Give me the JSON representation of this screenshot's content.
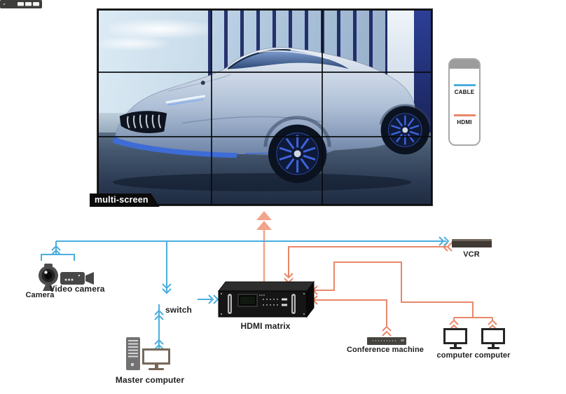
{
  "video_wall": {
    "tag": "multi-screen",
    "grid_rows": 3,
    "grid_cols": 3,
    "content": "blue concept sports car displayed across a 3x3 video wall"
  },
  "legend": {
    "items": [
      {
        "label": "CABLE",
        "color": "#4aaede"
      },
      {
        "label": "HDMI",
        "color": "#e8876a"
      }
    ]
  },
  "devices": {
    "camera": {
      "label": "Camera"
    },
    "video_camera": {
      "label": "Video camera"
    },
    "switch": {
      "label": "switch"
    },
    "hdmi_matrix": {
      "label": "HDMI matrix"
    },
    "vcr": {
      "label": "VCR"
    },
    "conference_machine": {
      "label": "Conference machine"
    },
    "computer_1": {
      "label": "computer"
    },
    "computer_2": {
      "label": "computer"
    },
    "master_computer": {
      "label": "Master computer"
    }
  },
  "colors": {
    "cable_line": "#4aaede",
    "hdmi_line": "#e8876a",
    "wall_output_arrow": "#f2a38d",
    "label_text": "#1f1f1f"
  }
}
